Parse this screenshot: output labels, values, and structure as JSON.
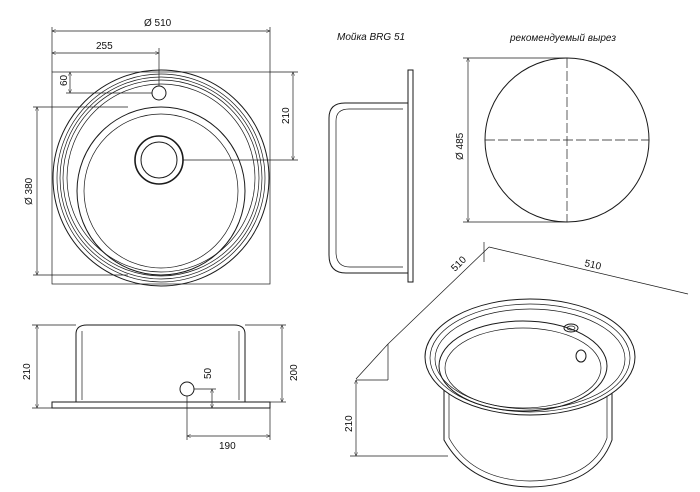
{
  "titles": {
    "model": "Мойка BRG 51",
    "cutout": "рекомендуемый вырез"
  },
  "dimensions": {
    "top_width": "Ø 510",
    "drain_offset_x": "255",
    "hole_offset_y": "60",
    "drain_offset_y": "210",
    "bowl_diameter": "Ø 380",
    "cutout_diameter": "Ø 485",
    "front_height": "210",
    "front_depth": "200",
    "hole_height": "50",
    "drain_from_right": "190",
    "iso_width_left": "510",
    "iso_width_right": "510",
    "iso_height": "210"
  }
}
